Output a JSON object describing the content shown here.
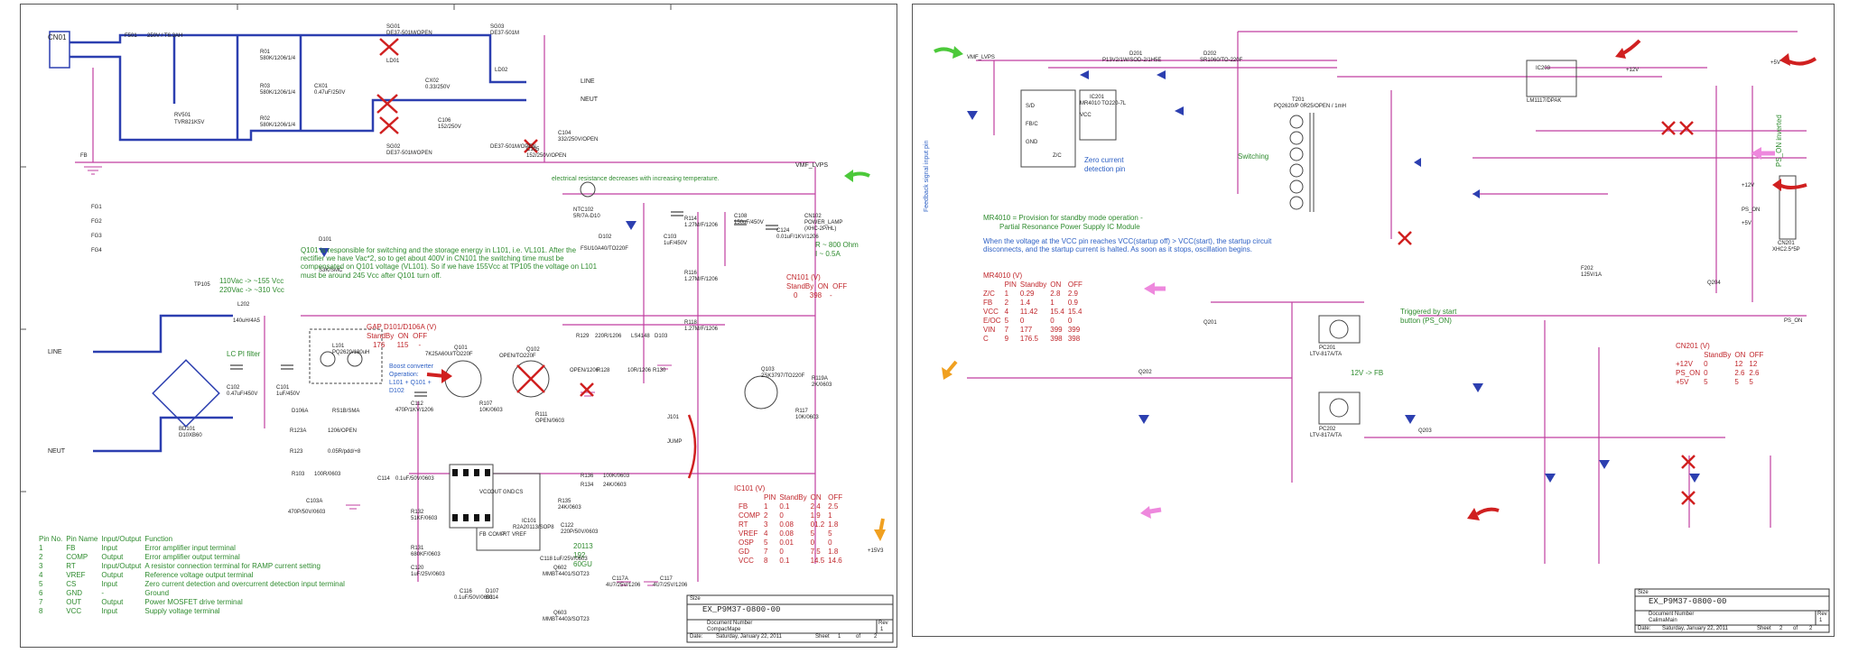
{
  "sheet1": {
    "connector_top": "CN01",
    "fuse": "F501",
    "fuse_value": "250V / T6.3AH",
    "surge": "RV501",
    "surge_value": "TVR821K5V",
    "cap_x1": "CX01",
    "cap_x1_value": "0.47uF/250V",
    "cap_x2": "CX02",
    "cap_x2_value": "0.33/250V",
    "cap_c106": "C106",
    "cap_c106_value": "152/250V",
    "choke1": "LD01",
    "choke2": "LD02",
    "r01": "R01",
    "r01_value": "580K/1206/1/4",
    "r02": "R02",
    "r02_value": "580K/1206/1/4",
    "r03": "R03",
    "r03_value": "580K/1206/1/4",
    "sg01": "SG01",
    "sg01_value": "DE37-501M/OPEN",
    "sg02": "SG02",
    "sg02_value": "DE37-501M/OPEN",
    "sg03": "SG03",
    "sg03_value": "DE37-501M",
    "c105": "C105",
    "c105_value": "152/250V/OPEN",
    "c104": "C104",
    "c104_value": "332/250V/OPEN",
    "line_label": "LINE",
    "neut_label": "NEUT",
    "fg_labels": [
      "FG1",
      "FG2",
      "FG3",
      "FG4"
    ],
    "fb_label": "FB",
    "vmf_label": "VMF_LVPS",
    "note_resistance": "electrical resistance decreases with increasing temperature.",
    "ntc": "NTC102",
    "ntc_value": "5R/7A-D10",
    "cn102": "CN102",
    "cn102_value": "POWER_LAMP",
    "cn102_sub": "(XHC-2P/HL)",
    "r_note_line1": "R ~ 800 Ohm",
    "r_note_line2": "I ~ 0.5A",
    "d101": "D101",
    "d101_value": "S3K/SMC",
    "d102": "D102",
    "d102_value": "FSU10A40/TO220F",
    "c103": "C103",
    "c103_value": "1uF/450V",
    "c108": "C108",
    "c108_value": "150uF/450V",
    "c124": "C124",
    "c124_value": "0.01uF/1KV/1206",
    "r114": "R114",
    "r114_value": "1.27M/F/1206",
    "r116": "R116",
    "r116_value": "1.27M/F/1206",
    "r118": "R118",
    "r118_value": "1.27M/F/1206",
    "cn101_title": "CN101 (V)",
    "cn101_header": "StandBy  ON  OFF",
    "cn101_values": "0      398    -",
    "q101_note": "Q101 is responsible for switching and the storage energy in L101, i.e. VL101. After the rectifier we have Vac*2, so to get about 400V in CN101 the switching time must be compensated on Q101 voltage (VL101). So if we have 155Vcc at TP105 the voltage on L101 must be around 245 Vcc after Q101 turn off.",
    "vac_line1": "110Vac -> ~155 Vcc",
    "vac_line2": "220Vac -> ~310 Vcc",
    "tp105": "TP105",
    "l202": "L202",
    "l202_value": "140uH/4A5",
    "lc_filter": "LC PI filter",
    "c102": "C102",
    "c102_value": "0.47uF/450V",
    "c101": "C101",
    "c101_value": "1uF/450V",
    "bd101": "BD101",
    "bd101_value": "D10XB60",
    "line_label2": "LINE",
    "neut_label2": "NEUT",
    "l101": "L101",
    "l101_value": "PQ2620/180uH",
    "gap_title": "GAP D101/D106A (V)",
    "gap_header": "StandBy  ON  OFF",
    "gap_values": "176      115     -",
    "boost_line1": "Boost converter",
    "boost_line2": "Operation:",
    "boost_line3": "L101 + Q101 +",
    "boost_line4": "D102",
    "q101": "Q101",
    "q101_value": "7K25A60U/TO220F",
    "q102": "Q102",
    "q102_value": "OPEN/TO220F",
    "q103": "Q103",
    "q103_value": "2SK3797/TO220F",
    "c112": "C112",
    "c112_value": "470P/1KV/1206",
    "r107": "R107",
    "r107_value": "10K/0603",
    "r111": "R111",
    "r111_value": "OPEN/0603",
    "r129": "R129",
    "r129_value": "220R/1206",
    "r128": "R128",
    "r128_value": "OPEN/1206",
    "l4148": "LS4148",
    "d103": "D103",
    "r130": "R130",
    "r130_value": "10R/1206",
    "j101": "J101",
    "j101_value": "JUMP",
    "r119a": "R119A",
    "r119a_value": "2K/0603",
    "r117": "R117",
    "r117_value": "10K/0603",
    "d106a": "D106A",
    "rs1b": "RS1B/SMA",
    "r123a": "R123A",
    "r123a_value": "1206/OPEN",
    "r123": "R123",
    "r123_value": "0.05R/pdd/+8",
    "r103": "R103",
    "r103_value": "100R/0603",
    "c103a": "C103A",
    "c103a_value": "470P/50V/0603",
    "c114": "C114",
    "c114_value": "0.1uF/50V/0603",
    "r132": "R132",
    "r132_value": "51KF/0603",
    "r131": "R131",
    "r131_value": "680KF/0603",
    "c120": "C120",
    "c120_value": "1uF/25V/0603",
    "c116": "C116",
    "c116_value": "0.1uF/50V/0603",
    "d107": "D107",
    "d107_value": "S014",
    "ic101": "IC101",
    "ic101_value": "R2A20113/SOP8",
    "ic_pins_left": [
      "FB",
      "COMP",
      "RT",
      "VREF"
    ],
    "ic_pins_right": [
      "VCC",
      "OUT",
      "GND",
      "CS"
    ],
    "r136": "R136",
    "r136_value": "100K/0603",
    "r134": "R134",
    "r134_value": "24K/0603",
    "r135": "R135",
    "r135_value": "24K/0603",
    "c122": "C122",
    "c122_value": "220P/50V/0603",
    "chip_text_line1": "20113",
    "chip_text_line2": "192",
    "chip_text_line3": "60GU",
    "q602": "Q602",
    "q602_value": "MMBT4401/SOT23",
    "q603": "Q603",
    "q603_value": "MMBT4403/SOT23",
    "c118": "C118",
    "c118_value": "1uF/25V/0603",
    "c117a": "C117A",
    "c117a_value": "4U7/25V/1206",
    "c117": "C117",
    "c117_value": "4U7/25V/1206",
    "v15": "+15V3",
    "ic101_table_title": "IC101 (V)",
    "ic101_table_header": [
      "",
      "PIN",
      "StandBy",
      "ON",
      "OFF"
    ],
    "ic101_table_rows": [
      [
        "FB",
        "1",
        "0.1",
        "2.4",
        "2.5"
      ],
      [
        "COMP",
        "2",
        "0",
        "1.9",
        "1"
      ],
      [
        "RT",
        "3",
        "0.08",
        "01.2",
        "1.8"
      ],
      [
        "VREF",
        "4",
        "0.08",
        "5",
        "5"
      ],
      [
        "OSP",
        "5",
        "0.01",
        "0",
        "0"
      ],
      [
        "GD",
        "7",
        "0",
        "7.5",
        "1.8"
      ],
      [
        "VCC",
        "8",
        "0.1",
        "14.5",
        "14.6"
      ]
    ],
    "pin_table_header": [
      "Pin No.",
      "Pin Name",
      "Input/Output",
      "Function"
    ],
    "pin_table_rows": [
      [
        "1",
        "FB",
        "Input",
        "Error amplifier input terminal"
      ],
      [
        "2",
        "COMP",
        "Output",
        "Error amplifier output terminal"
      ],
      [
        "3",
        "RT",
        "Input/Output",
        "A resistor connection terminal for RAMP current setting"
      ],
      [
        "4",
        "VREF",
        "Output",
        "Reference voltage output terminal"
      ],
      [
        "5",
        "CS",
        "Input",
        "Zero current detection and overcurrent detection input terminal"
      ],
      [
        "6",
        "GND",
        "-",
        "Ground"
      ],
      [
        "7",
        "OUT",
        "Output",
        "Power MOSFET drive terminal"
      ],
      [
        "8",
        "VCC",
        "Input",
        "Supply voltage terminal"
      ]
    ],
    "title_block": {
      "doc": "EX_P9M37-0800-00",
      "size_label": "Size",
      "docnum_label": "Document Number",
      "sheet_name": "CompacMape",
      "rev_label": "Rev",
      "rev": "1",
      "date_label": "Date:",
      "date": "Saturday, January 22, 2011",
      "sheet_label": "Sheet",
      "sheet_num": "1",
      "of_label": "of",
      "of_num": "2"
    }
  },
  "sheet2": {
    "vmf_label": "VMF_LVPS",
    "d201": "D201",
    "d201_value": "P13V2/1W/SOD-2/1H5E",
    "d202": "D202",
    "d202_value": "SR1060/TO-220F",
    "ic201": "IC201",
    "ic201_value": "MR4010 TO220-7L",
    "ic201_pins": [
      "VCC",
      "S/D",
      "FB/C",
      "GND",
      "Z/C"
    ],
    "zero_current_line1": "Zero current",
    "zero_current_line2": "detection pin",
    "t201": "T201",
    "t201_value": "PQ2620/P 0R25/OPEN / 1mH",
    "switching": "Switching",
    "plus12v_label": "+12V",
    "plus5v_label": "+5V",
    "ps_on_inverted": "PS_ON inverted",
    "feedback_label": "Feedback signal input pin",
    "mr_note_line1": "MR4010 = Provision for standby mode operation -",
    "mr_note_line2": "Partial Resonance Power Supply IC Module",
    "vcc_note": "When the voltage at the VCC pin reaches VCC(startup off) > VCC(start), the startup circuit disconnects, and the startup current is halted. As soon as it stops, oscillation begins.",
    "mr_table_title": "MR4010 (V)",
    "mr_table_header": [
      "",
      "PIN",
      "Standby",
      "ON",
      "OFF"
    ],
    "mr_table_rows": [
      [
        "Z/C",
        "1",
        "0.29",
        "2.8",
        "2.9"
      ],
      [
        "FB",
        "2",
        "1.4",
        "1",
        "0.9"
      ],
      [
        "VCC",
        "4",
        "11.42",
        "15.4",
        "15.4"
      ],
      [
        "E/OC",
        "5",
        "0",
        "0",
        "0"
      ],
      [
        "VIN",
        "7",
        "177",
        "399",
        "399"
      ],
      [
        "C",
        "9",
        "176.5",
        "398",
        "398"
      ]
    ],
    "triggered_line1": "Triggered by start",
    "triggered_line2": "button (PS_ON)",
    "v12_fb": "12V -> FB",
    "ps_on": "PS_ON",
    "ps_on2": "PS_ON",
    "plus12v": "+12V",
    "plus5v": "+5V",
    "cn201_table_title": "CN201 (V)",
    "cn201_table_header": [
      "",
      "StandBy",
      "ON",
      "OFF"
    ],
    "cn201_table_rows": [
      [
        "+12V",
        "0",
        "12",
        "12"
      ],
      [
        "PS_ON",
        "0",
        "2.6",
        "2.6"
      ],
      [
        "+5V",
        "5",
        "5",
        "5"
      ]
    ],
    "cn201": "CN201",
    "cn201_value": "XHC2.5*5P",
    "ic203": "IC203",
    "ic203_value": "LM1117/DPAK",
    "pc201": "PC201",
    "pc201_value": "LTV-817A/TA",
    "pc202": "PC202",
    "pc202_value": "LTV-817A/TA",
    "q201": "Q201",
    "q202": "Q202",
    "q203": "Q203",
    "q204": "Q204",
    "f202": "F202",
    "f202_value": "125V/1A",
    "title_block": {
      "doc": "EX_P9M37-0800-00",
      "size_label": "Size",
      "docnum_label": "Document Number",
      "sheet_name": "CalimaMain",
      "rev_label": "Rev",
      "rev": "1",
      "date_label": "Date:",
      "date": "Saturday, January 22, 2011",
      "sheet_label": "Sheet",
      "sheet_num": "2",
      "of_label": "of",
      "of_num": "2"
    }
  }
}
